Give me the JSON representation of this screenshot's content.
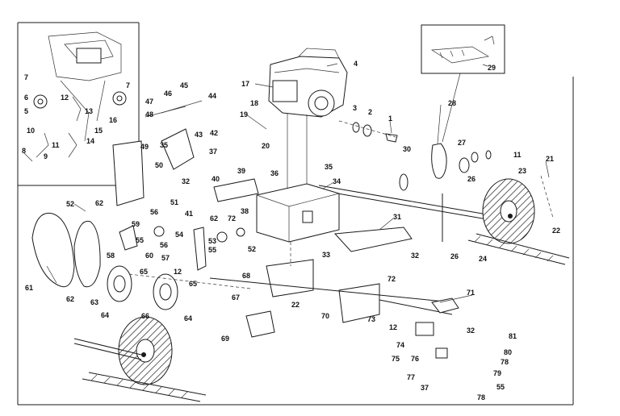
{
  "labels": {
    "l1": "1",
    "l2": "2",
    "l3": "3",
    "l4": "4",
    "l5": "5",
    "l6": "6",
    "l7a": "7",
    "l7b": "7",
    "l8": "8",
    "l9": "9",
    "l10": "10",
    "l11a": "11",
    "l11b": "11",
    "l12a": "12",
    "l12b": "12",
    "l12c": "12",
    "l13": "13",
    "l14": "14",
    "l15": "15",
    "l16": "16",
    "l17": "17",
    "l18": "18",
    "l19": "19",
    "l20": "20",
    "l21": "21",
    "l22a": "22",
    "l22b": "22",
    "l23": "23",
    "l24": "24",
    "l26a": "26",
    "l26b": "26",
    "l27": "27",
    "l28": "28",
    "l29": "29",
    "l30": "30",
    "l31": "31",
    "l32a": "32",
    "l32b": "32",
    "l32c": "32",
    "l33": "33",
    "l34": "34",
    "l35a": "35",
    "l35b": "35",
    "l36": "36",
    "l37a": "37",
    "l37b": "37",
    "l38": "38",
    "l39": "39",
    "l40": "40",
    "l41": "41",
    "l42": "42",
    "l43": "43",
    "l44": "44",
    "l45": "45",
    "l46": "46",
    "l47": "47",
    "l48": "48",
    "l49": "49",
    "l50": "50",
    "l51": "51",
    "l52a": "52",
    "l52b": "52",
    "l53": "53",
    "l54": "54",
    "l55a": "55",
    "l55b": "55",
    "l55c": "55",
    "l56a": "56",
    "l56b": "56",
    "l57": "57",
    "l58": "58",
    "l59": "59",
    "l60": "60",
    "l61": "61",
    "l62a": "62",
    "l62b": "62",
    "l62c": "62",
    "l63": "63",
    "l64a": "64",
    "l64b": "64",
    "l65a": "65",
    "l65b": "65",
    "l66": "66",
    "l67": "67",
    "l68": "68",
    "l69": "69",
    "l70": "70",
    "l71": "71",
    "l72a": "72",
    "l72b": "72",
    "l73": "73",
    "l74": "74",
    "l75": "75",
    "l76": "76",
    "l77": "77",
    "l78a": "78",
    "l78b": "78",
    "l79": "79",
    "l80": "80",
    "l81": "81"
  }
}
